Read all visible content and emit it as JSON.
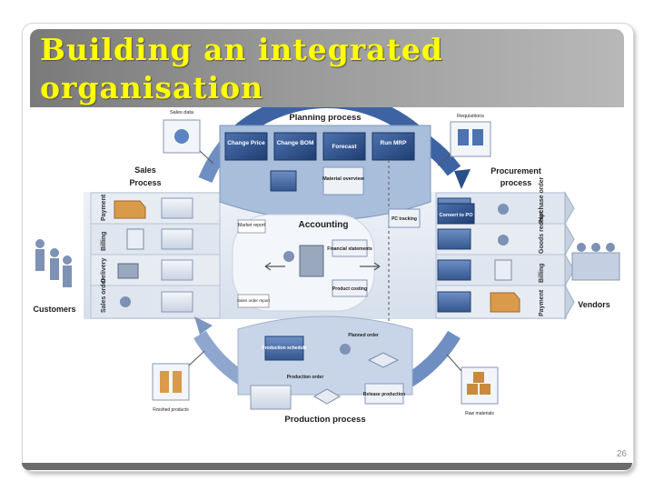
{
  "slide": {
    "title_line1": "Building an integrated",
    "title_line2": "organisation",
    "slide_number": "26"
  },
  "diagram": {
    "center_label": "Accounting",
    "planning": {
      "heading": "Planning process",
      "steps": [
        "Change Price",
        "Change BOM",
        "Forecast",
        "Run MRP"
      ],
      "material_overview": "Material overview"
    },
    "sales": {
      "heading_line1": "Sales",
      "heading_line2": "Process",
      "sales_data": "Sales data",
      "steps": [
        "Payment",
        "Billing",
        "Delivery",
        "Sales order"
      ]
    },
    "procurement": {
      "heading_line1": "Procurement",
      "heading_line2": "process",
      "requisitions": "Requisitions",
      "steps": [
        "Purchase order",
        "Goods receipt",
        "Billing",
        "Payment"
      ],
      "convert_to_po": "Convert to PO",
      "pc_tracking": "PC tracking"
    },
    "production": {
      "heading": "Production process",
      "production_schedule": "Production schedule",
      "planned_order": "Planned order",
      "production_order": "Production order",
      "release_production": "Release production",
      "finished_products": "Finished products",
      "raw_materials": "Raw materials"
    },
    "accounting_items": {
      "market_report": "Market report",
      "sales_order_report": "Sales order report",
      "financial_statements": "Financial statements",
      "product_costing": "Product costing"
    },
    "actors": {
      "customers": "Customers",
      "vendors": "Vendors"
    }
  },
  "colors": {
    "title_text": "#ffff00",
    "title_band": "#8c8c8c",
    "ring_dark": "#2c4f8a",
    "ring_light": "#a9bedb",
    "band": "#dde6f1"
  }
}
